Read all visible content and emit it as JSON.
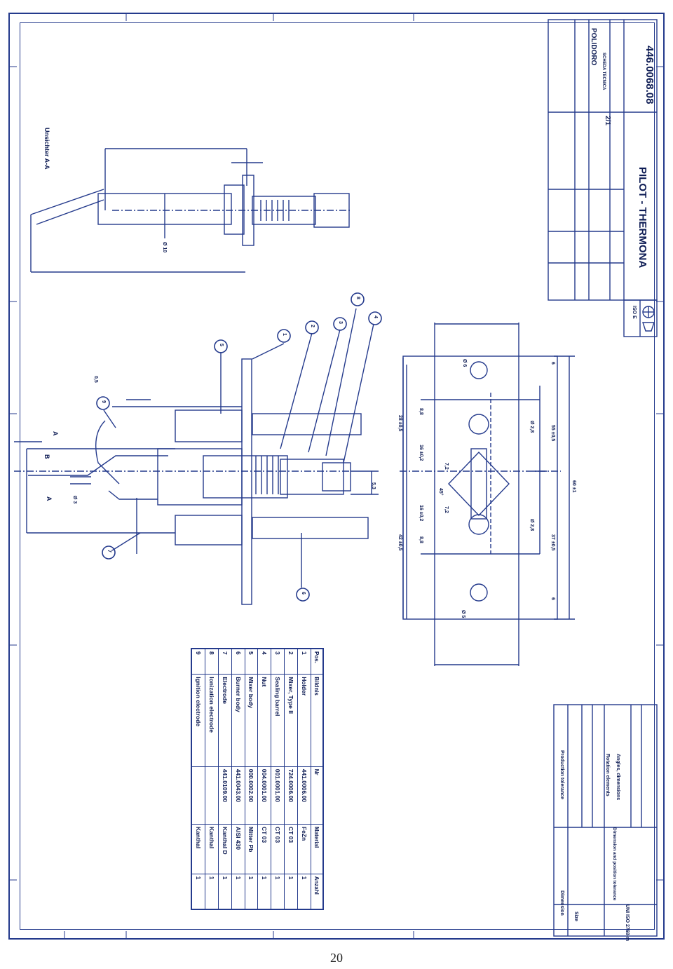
{
  "page": {
    "number": "20"
  },
  "drawing": {
    "title": "PILOT - THERMONA",
    "number": "446.0068.08",
    "company": "POLIDORO",
    "company_sub": "SCHEDA TECNICA",
    "scale": "2/1",
    "section_label": "Unsichter A-A",
    "view_labels": {
      "a": "A",
      "b": "B",
      "a2": "A"
    },
    "iso_label": "ISO E"
  },
  "dimensions": {
    "d10": "Ø 10",
    "d3": "Ø 3",
    "d28a": "Ø 2,8",
    "d28b": "Ø 2,8",
    "d5": "Ø 5",
    "d6": "Ø 6",
    "l28": "28 ±0,5",
    "l42": "42 ±0,5",
    "l16a": "16 ±0,2",
    "l16b": "16 ±0,2",
    "l55": "55 ±0,5",
    "l37": "37 ±0,5",
    "l60": "60 ±1",
    "l8a": "8,8",
    "l8b": "8,8",
    "l6a": "6",
    "l6b": "6",
    "l53": "5,3",
    "a45": "45°",
    "a72a": "7,2",
    "a72b": "7,2",
    "gap": "0,5"
  },
  "callouts": [
    "1",
    "2",
    "3",
    "4",
    "5",
    "6",
    "7",
    "8",
    "9"
  ],
  "parts": {
    "headers": [
      "Pos.",
      "Bildnis",
      "Nr",
      "Material",
      "Anzahl"
    ],
    "rows": [
      [
        "1",
        "Holder",
        "441.0006.00",
        "FeZn",
        "1"
      ],
      [
        "2",
        "Mixer, Type II",
        "724.0006.00",
        "CT 03",
        "1"
      ],
      [
        "3",
        "Sealing barrel",
        "001.0001.00",
        "CT 03",
        "1"
      ],
      [
        "4",
        "Nut",
        "004.0001.00",
        "CT 03",
        "1"
      ],
      [
        "5",
        "Mixer body",
        "000.0002.00",
        "Mitter Pb",
        "1"
      ],
      [
        "6",
        "Burner body",
        "441.0043.00",
        "AISI 430",
        "1"
      ],
      [
        "7",
        "Electrode",
        "441.0109.00",
        "Kanthal D",
        "1"
      ],
      [
        "8",
        "Ionization electrode",
        "",
        "Kanthal",
        "1"
      ],
      [
        "9",
        "Ignition electrode",
        "",
        "Kanthal",
        "1"
      ]
    ]
  },
  "tolerance": {
    "title": "Production tolerance",
    "dimension": "Dimension",
    "size": "Size",
    "dim_pos": "Dimension and position tolerance",
    "standard": "UNI ISO 2768-m",
    "rotation": "Rotation elements",
    "angles": "Angles, dimensions"
  },
  "colors": {
    "ink": "#243a8c",
    "text": "#0f1d55"
  }
}
